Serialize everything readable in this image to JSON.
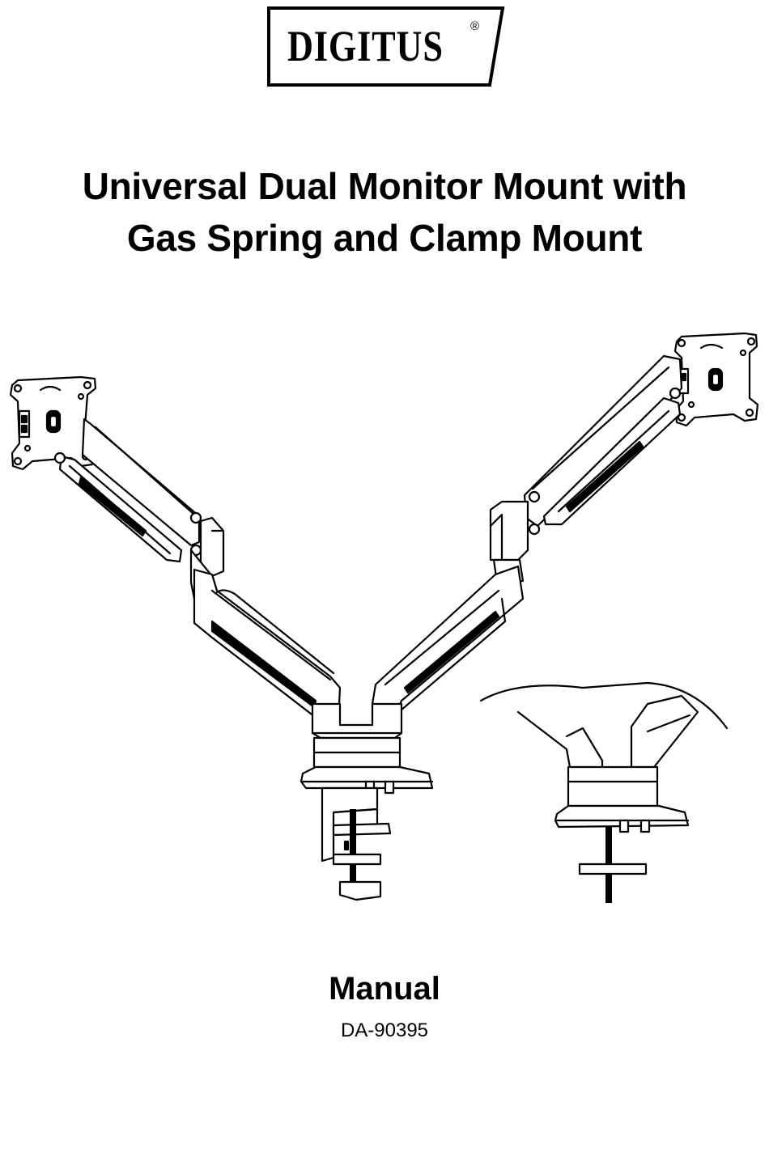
{
  "brand": {
    "name": "DIGITUS",
    "registered_mark": "®"
  },
  "title": {
    "line1": "Universal Dual Monitor Mount with",
    "line2": "Gas Spring and Clamp Mount"
  },
  "illustration": {
    "icon": "dual-monitor-arm-drawing"
  },
  "footer": {
    "heading": "Manual",
    "model": "DA-90395"
  }
}
